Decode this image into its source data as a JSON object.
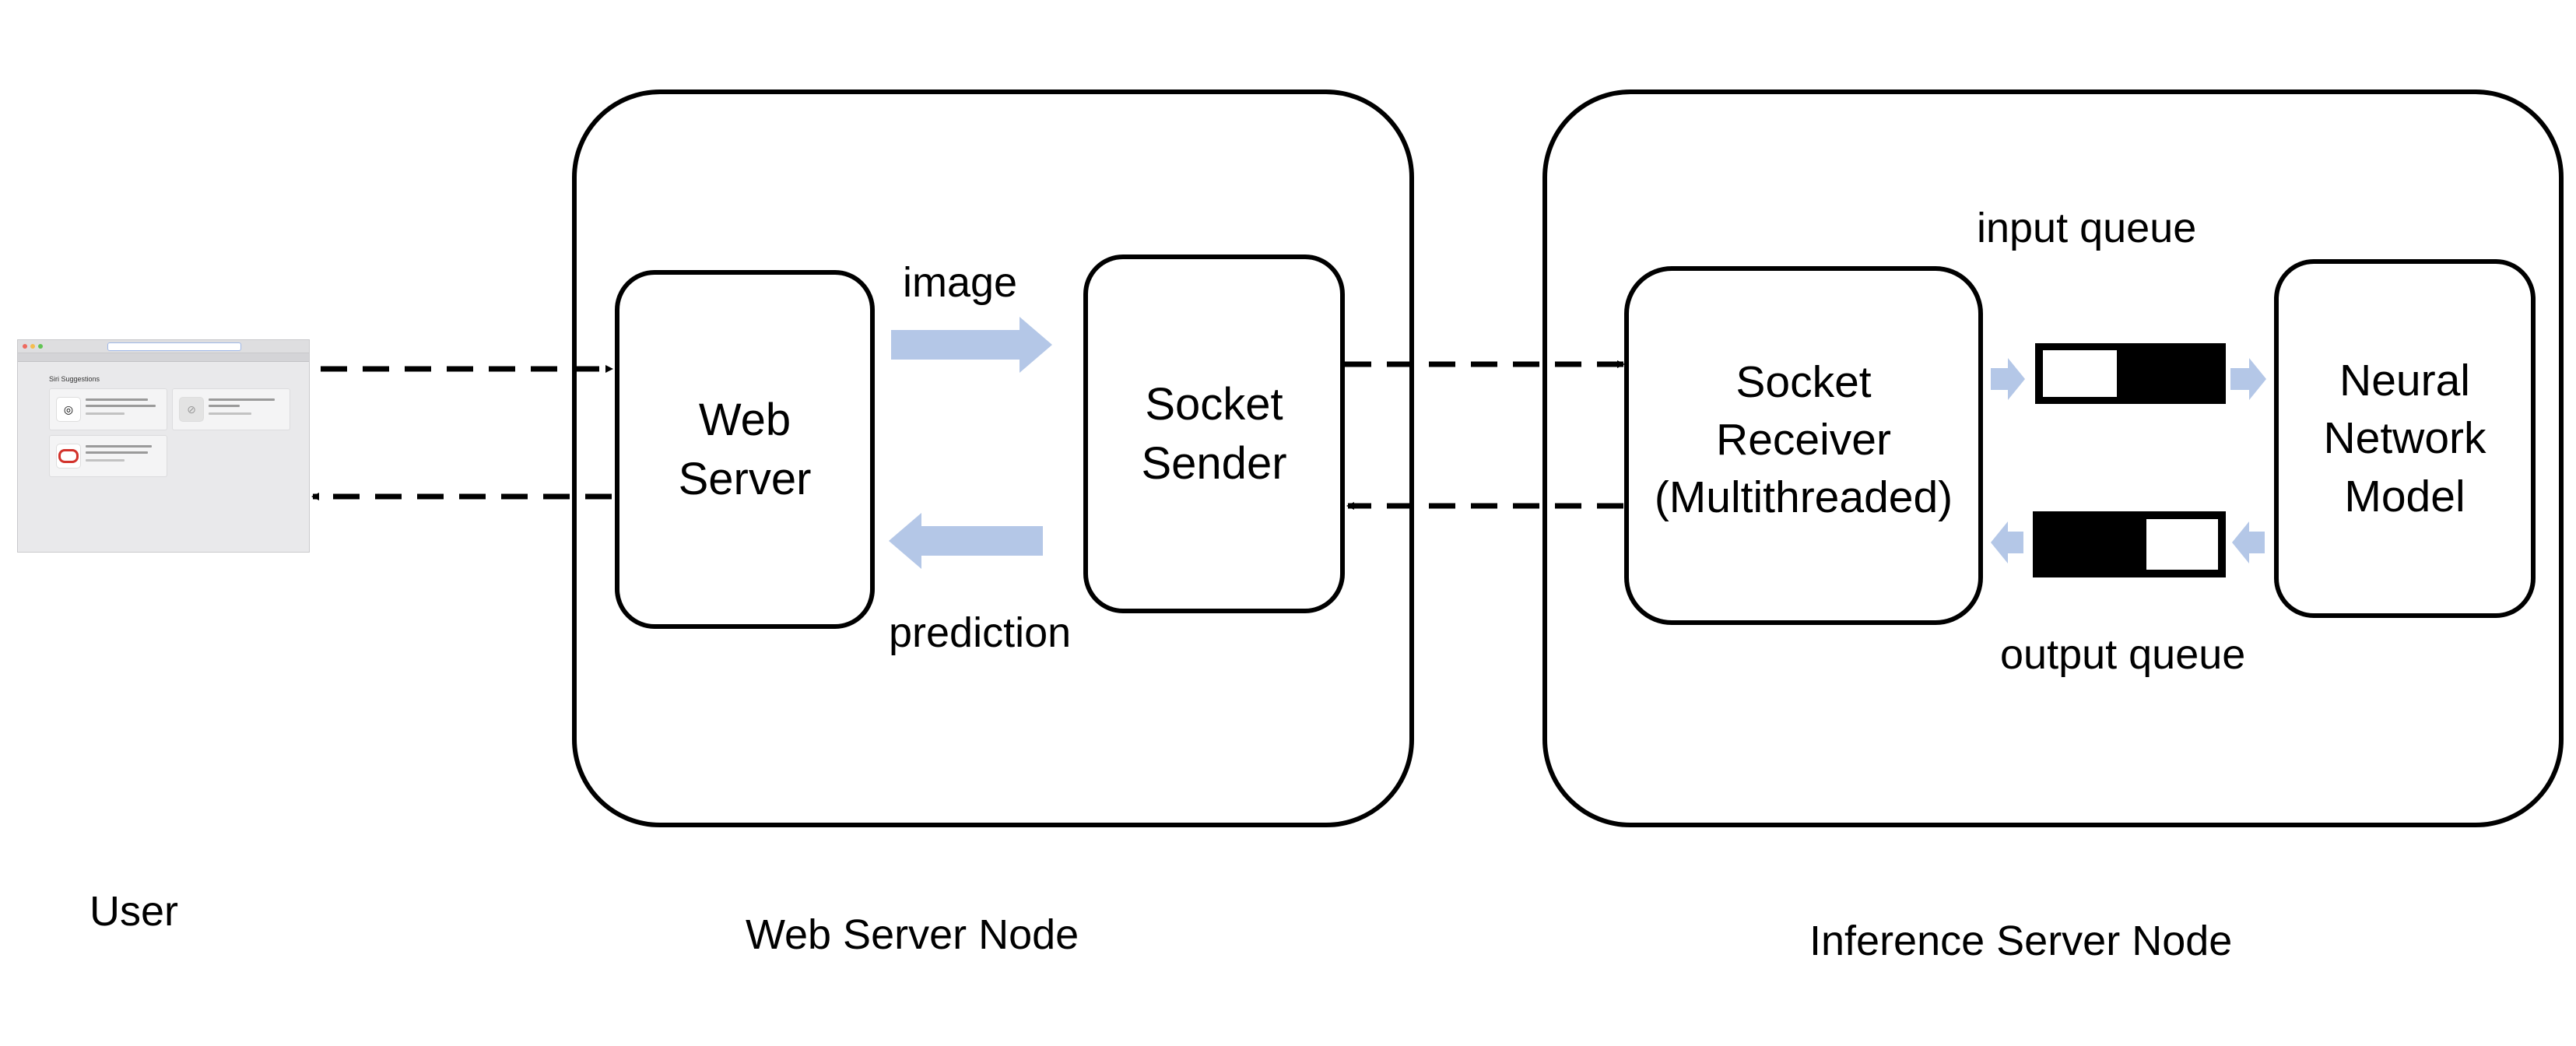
{
  "labels": {
    "user": "User",
    "web_server_node": "Web Server Node",
    "inference_server_node": "Inference Server Node",
    "web_server": [
      "Web",
      "Server"
    ],
    "socket_sender": [
      "Socket",
      "Sender"
    ],
    "socket_receiver": [
      "Socket",
      "Receiver",
      "(Multithreaded)"
    ],
    "neural_network_model": [
      "Neural",
      "Network",
      "Model"
    ],
    "image_flow": "image",
    "prediction_flow": "prediction",
    "input_queue": "input queue",
    "output_queue": "output queue"
  },
  "colors": {
    "stroke": "#000000",
    "flow_arrow": "#b4c7e7",
    "queue_fill": "#000000",
    "queue_empty": "#ffffff"
  },
  "user_screenshot": {
    "description_icons": [
      "browser-window-icon",
      "tripadvisor-icon",
      "compass-icon",
      "oracle-icon"
    ],
    "heading": "Siri Suggestions"
  }
}
